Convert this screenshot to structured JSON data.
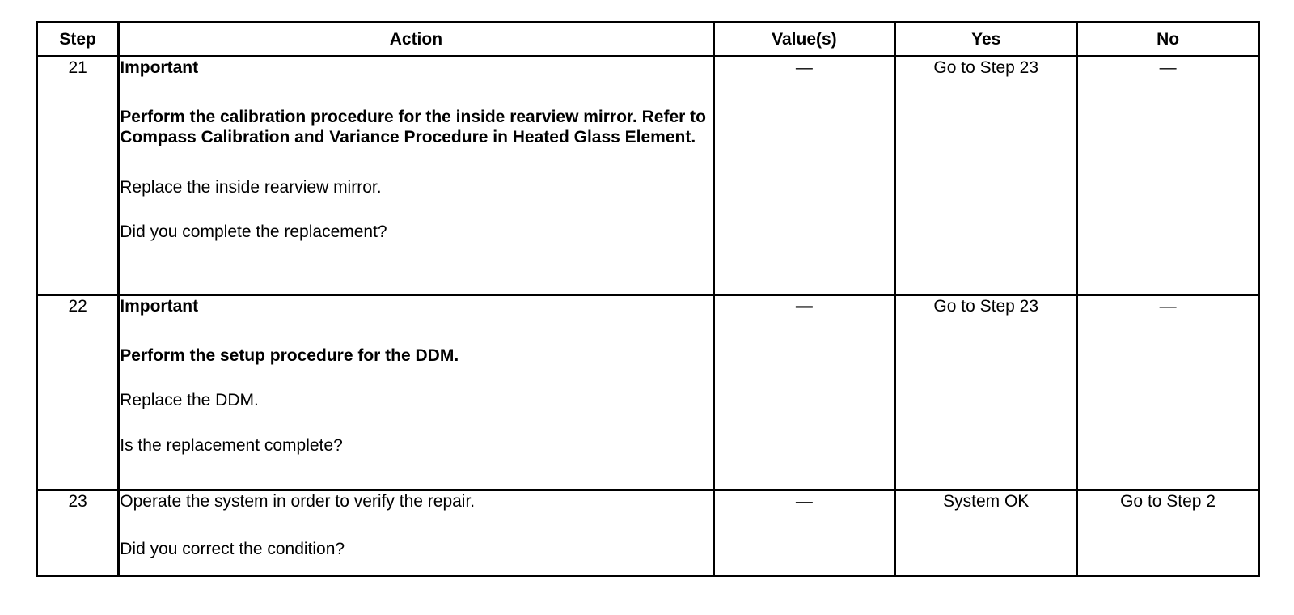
{
  "headers": {
    "step": "Step",
    "action": "Action",
    "values": "Value(s)",
    "yes": "Yes",
    "no": "No"
  },
  "rows": [
    {
      "step": "21",
      "important": "Important",
      "important_text": "Perform the calibration procedure for the inside rearview mirror. Refer to Compass Calibration and Variance Procedure in Heated Glass Element.",
      "instruction": "Replace the inside rearview mirror.",
      "question": "Did you complete the replacement?",
      "value": "—",
      "yes": "Go to Step 23",
      "no": "—"
    },
    {
      "step": "22",
      "important": "Important",
      "important_text": "Perform the setup procedure for the DDM.",
      "instruction": "Replace the DDM.",
      "question": "Is the replacement complete?",
      "value": "—",
      "yes": "Go to Step 23",
      "no": "—"
    },
    {
      "step": "23",
      "instruction": "Operate the system in order to verify the repair.",
      "question": "Did you correct the condition?",
      "value": "—",
      "yes": "System OK",
      "no": "Go to Step 2"
    }
  ]
}
